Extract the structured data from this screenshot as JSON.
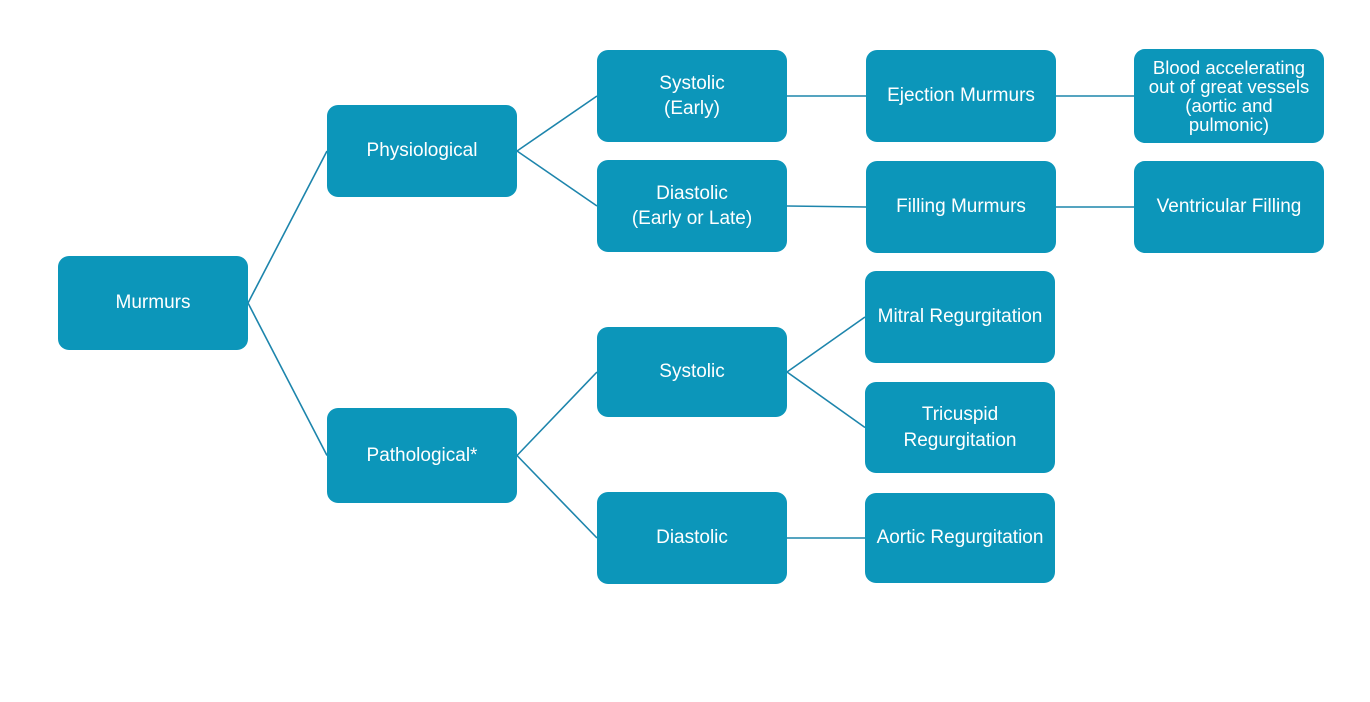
{
  "diagram": {
    "colors": {
      "node_fill": "#0C96BA",
      "node_text": "#ffffff",
      "edge": "#1D85AC",
      "background": "#ffffff"
    },
    "nodes": {
      "murmurs": {
        "label": "Murmurs"
      },
      "physiological": {
        "label": "Physiological"
      },
      "pathological": {
        "label": "Pathological*"
      },
      "systolic-early": {
        "label": "Systolic\n(Early)"
      },
      "diastolic-early-late": {
        "label": "Diastolic\n(Early or Late)"
      },
      "ejection-murmurs": {
        "label": "Ejection Murmurs"
      },
      "filling-murmurs": {
        "label": "Filling Murmurs"
      },
      "blood-accelerating": {
        "label": "Blood accelerating\nout of great vessels\n(aortic and\npulmonic)"
      },
      "ventricular-filling": {
        "label": "Ventricular Filling"
      },
      "systolic-pathological": {
        "label": "Systolic"
      },
      "diastolic-pathological": {
        "label": "Diastolic"
      },
      "mitral-regurgitation": {
        "label": "Mitral Regurgitation"
      },
      "tricuspid-regurgitation": {
        "label": "Tricuspid\nRegurgitation"
      },
      "aortic-regurgitation": {
        "label": "Aortic Regurgitation"
      }
    },
    "edges": [
      {
        "from": "murmurs",
        "to": "physiological"
      },
      {
        "from": "murmurs",
        "to": "pathological"
      },
      {
        "from": "physiological",
        "to": "systolic-early"
      },
      {
        "from": "physiological",
        "to": "diastolic-early-late"
      },
      {
        "from": "systolic-early",
        "to": "ejection-murmurs"
      },
      {
        "from": "diastolic-early-late",
        "to": "filling-murmurs"
      },
      {
        "from": "ejection-murmurs",
        "to": "blood-accelerating"
      },
      {
        "from": "filling-murmurs",
        "to": "ventricular-filling"
      },
      {
        "from": "pathological",
        "to": "systolic-pathological"
      },
      {
        "from": "pathological",
        "to": "diastolic-pathological"
      },
      {
        "from": "systolic-pathological",
        "to": "mitral-regurgitation"
      },
      {
        "from": "systolic-pathological",
        "to": "tricuspid-regurgitation"
      },
      {
        "from": "diastolic-pathological",
        "to": "aortic-regurgitation"
      }
    ]
  }
}
